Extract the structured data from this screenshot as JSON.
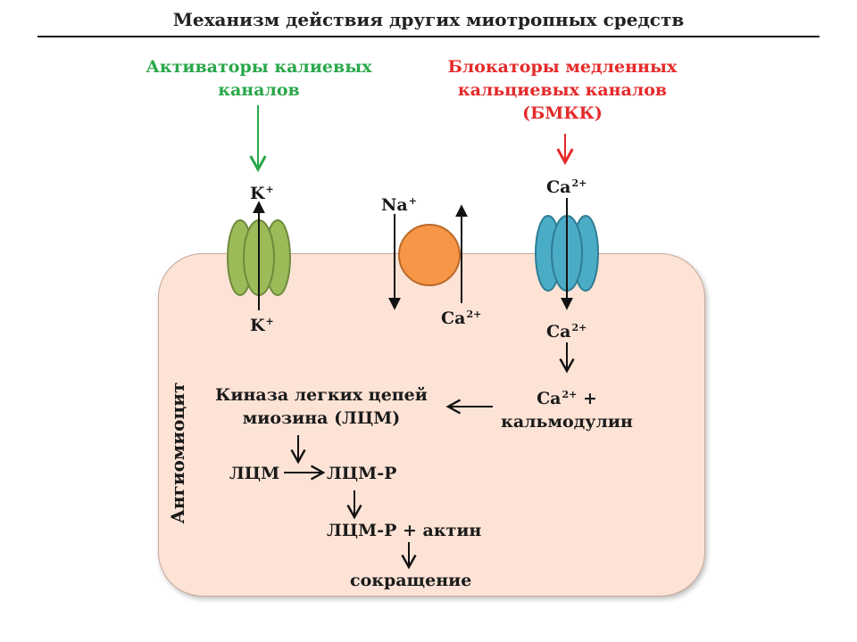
{
  "title": "Механизм действия других миотропных средств",
  "activators": {
    "line1": "Активаторы калиевых",
    "line2": "каналов"
  },
  "blockers": {
    "line1": "Блокаторы медленных",
    "line2": "кальциевых каналов",
    "line3": "(БМКК)"
  },
  "ions": {
    "k_top": "K",
    "k_top_charge": "+",
    "k_bottom": "K",
    "k_bottom_charge": "+",
    "na": "Na",
    "na_charge": "+",
    "ca_exchanger": "Ca",
    "ca_exchanger_charge": "2+",
    "ca_top": "Ca",
    "ca_top_charge": "2+",
    "ca_inside": "Ca",
    "ca_inside_charge": "2+"
  },
  "pathway": {
    "ca_calmodulin_ion": "Ca",
    "ca_calmodulin_charge": "2+",
    "ca_calmodulin_plus": " +",
    "calmodulin": "кальмодулин",
    "kinase_line1": "Киназа легких цепей",
    "kinase_line2": "миозина (ЛЦМ)",
    "lcm": "ЛЦМ",
    "lcm_p": "ЛЦМ-P",
    "lcm_p_actin": "ЛЦМ-P + актин",
    "contraction": "сокращение"
  },
  "cell_label": "Ангиомиоцит",
  "colors": {
    "green_text": "#2aa84a",
    "red_text": "#e52a2a",
    "k_channel": "#9bbb59",
    "ca_channel": "#4bacc6",
    "exchanger": "#f79646",
    "cell_fill": "#fde3d6"
  }
}
